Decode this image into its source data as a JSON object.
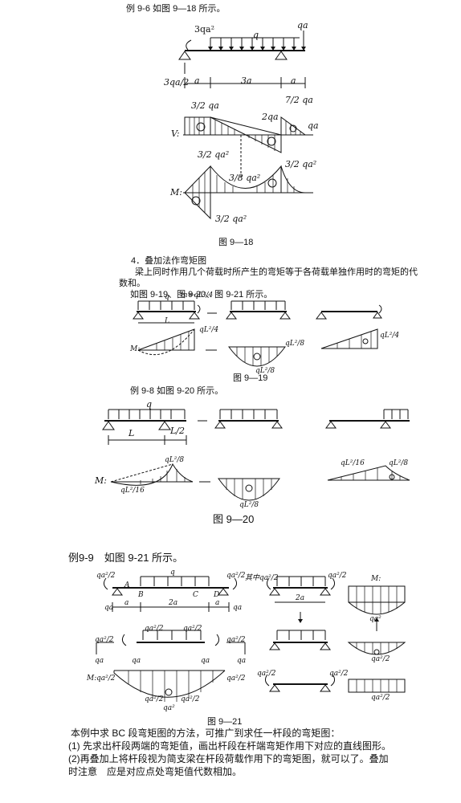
{
  "ex96": {
    "caption": "例 9-6 如图 9—18 所示。",
    "label_3qa2": "3qa²",
    "label_q": "q",
    "label_qa": "qa",
    "label_react": "3qa/2",
    "dims": [
      "a",
      "3a",
      "a"
    ],
    "v_label": "V:",
    "v_left": "3/2 qa",
    "v_right_top": "7/2 qa",
    "v_2qa": "2qa",
    "v_qa": "qa",
    "m_label": "M:",
    "m_top_left": "3/2 qa²",
    "m_mid": "3/8 qa²",
    "m_top_right": "3/2 qa²",
    "m_bottom": "3/2 qa²",
    "figure": "图 9—18"
  },
  "section4": {
    "heading": "4．叠加法作弯矩图",
    "para1": "梁上同时作用几个荷载时所产生的弯矩等于各荷载单独作用时的弯矩的代",
    "para2": "数和。",
    "para3": "如图 9-19、图 9-20、图 9-21 所示。"
  },
  "fig919": {
    "m_load": "m=qL²/4",
    "q": "q",
    "L": "L",
    "m_label": "M:",
    "l1": "qL²/4",
    "l2": "qL²/8",
    "l3": "qL²/8",
    "l4": "qL²/4",
    "figure": "图 9—19"
  },
  "ex98": {
    "caption": "例 9-8 如图 9-20 所示。",
    "q": "q",
    "L": "L",
    "L2": "L/2",
    "m_label": "M:",
    "l1": "qL²/8",
    "l2": "qL²/16",
    "l3": "qL²/8",
    "l4": "qL²/16",
    "l5": "qL²/8",
    "figure": "图 9—20"
  },
  "ex99": {
    "caption": "例9-9　如图 9-21 所示。",
    "qa22": "qa²/2",
    "q": "q",
    "pts": [
      "A",
      "B",
      "C",
      "D"
    ],
    "dims": [
      "a",
      "2a",
      "a"
    ],
    "qa": "qa",
    "where": "其中qa²/2",
    "m_label": "M:",
    "qa2": "qa²",
    "figure": "图 9—21"
  },
  "closing": {
    "line1": "本例中求 BC 段弯矩图的方法，可推广到求任一杆段的弯矩图：",
    "line2": "(1) 先求出杆段两端的弯矩值，画出杆段在杆端弯矩作用下对应的直线图形。",
    "line3": "(2)再叠加上将杆段视为简支梁在杆段荷载作用下的弯矩图，就可以了。叠加",
    "line4": "时注意　应是对应点处弯矩值代数相加。"
  }
}
